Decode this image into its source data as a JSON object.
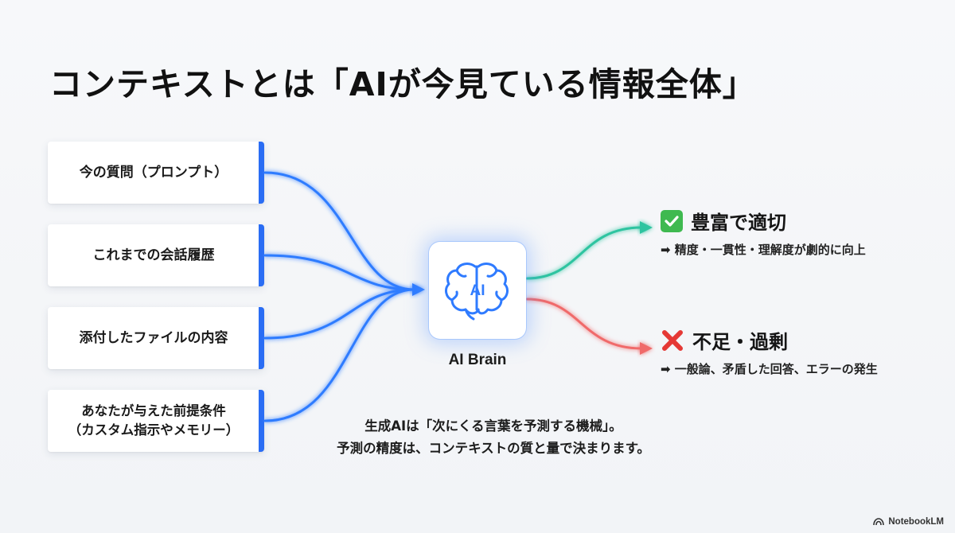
{
  "title": "コンテキストとは「AIが今見ている情報全体」",
  "inputs": [
    {
      "label": "今の質問（プロンプト）"
    },
    {
      "label": "これまでの会話履歴"
    },
    {
      "label": "添付したファイルの内容"
    },
    {
      "label": "あなたが与えた前提条件\n（カスタム指示やメモリー）"
    }
  ],
  "center": {
    "icon_text": "AI",
    "label": "AI Brain",
    "icon": "brain-icon"
  },
  "outputs": {
    "good": {
      "title": "豊富で適切",
      "detail": "➡ 精度・一貫性・理解度が劇的に向上",
      "icon": "check-icon",
      "color": "#2ec4a0"
    },
    "bad": {
      "title": "不足・過剰",
      "detail": "➡ 一般論、矛盾した回答、エラーの発生",
      "icon": "cross-icon",
      "color": "#f06b6b"
    }
  },
  "caption": {
    "line1": "生成AIは「次にくる言葉を予測する機械」。",
    "line2": "予測の精度は、コンテキストの質と量で決まります。"
  },
  "brand": "NotebookLM",
  "colors": {
    "accent": "#2a6df4",
    "flow_blue": "#2f7bff",
    "good": "#2ec4a0",
    "bad": "#f06b6b"
  }
}
